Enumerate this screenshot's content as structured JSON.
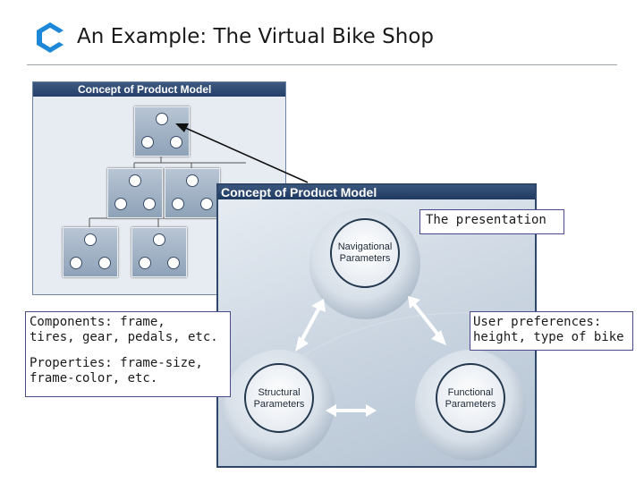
{
  "slide": {
    "title": "An Example: The Virtual Bike Shop"
  },
  "small_diagram": {
    "header": "Concept of Product Model"
  },
  "big_diagram": {
    "header": "Concept of Product Model",
    "nodes": {
      "navigational": [
        "Navigational",
        "Parameters"
      ],
      "structural": [
        "Structural",
        "Parameters"
      ],
      "functional": [
        "Functional",
        "Parameters"
      ]
    }
  },
  "callouts": {
    "presentation": "The presentation",
    "user_prefs": [
      "User preferences:",
      "height, type of bike"
    ],
    "components": [
      "Components: frame,",
      "tires, gear, pedals, etc."
    ],
    "properties": [
      "Properties: frame-size,",
      "frame-color, etc."
    ]
  },
  "colors": {
    "accent": "#1e88d8",
    "panel_header": "#24406a"
  },
  "icons": {
    "logo": "c-logo-icon"
  }
}
